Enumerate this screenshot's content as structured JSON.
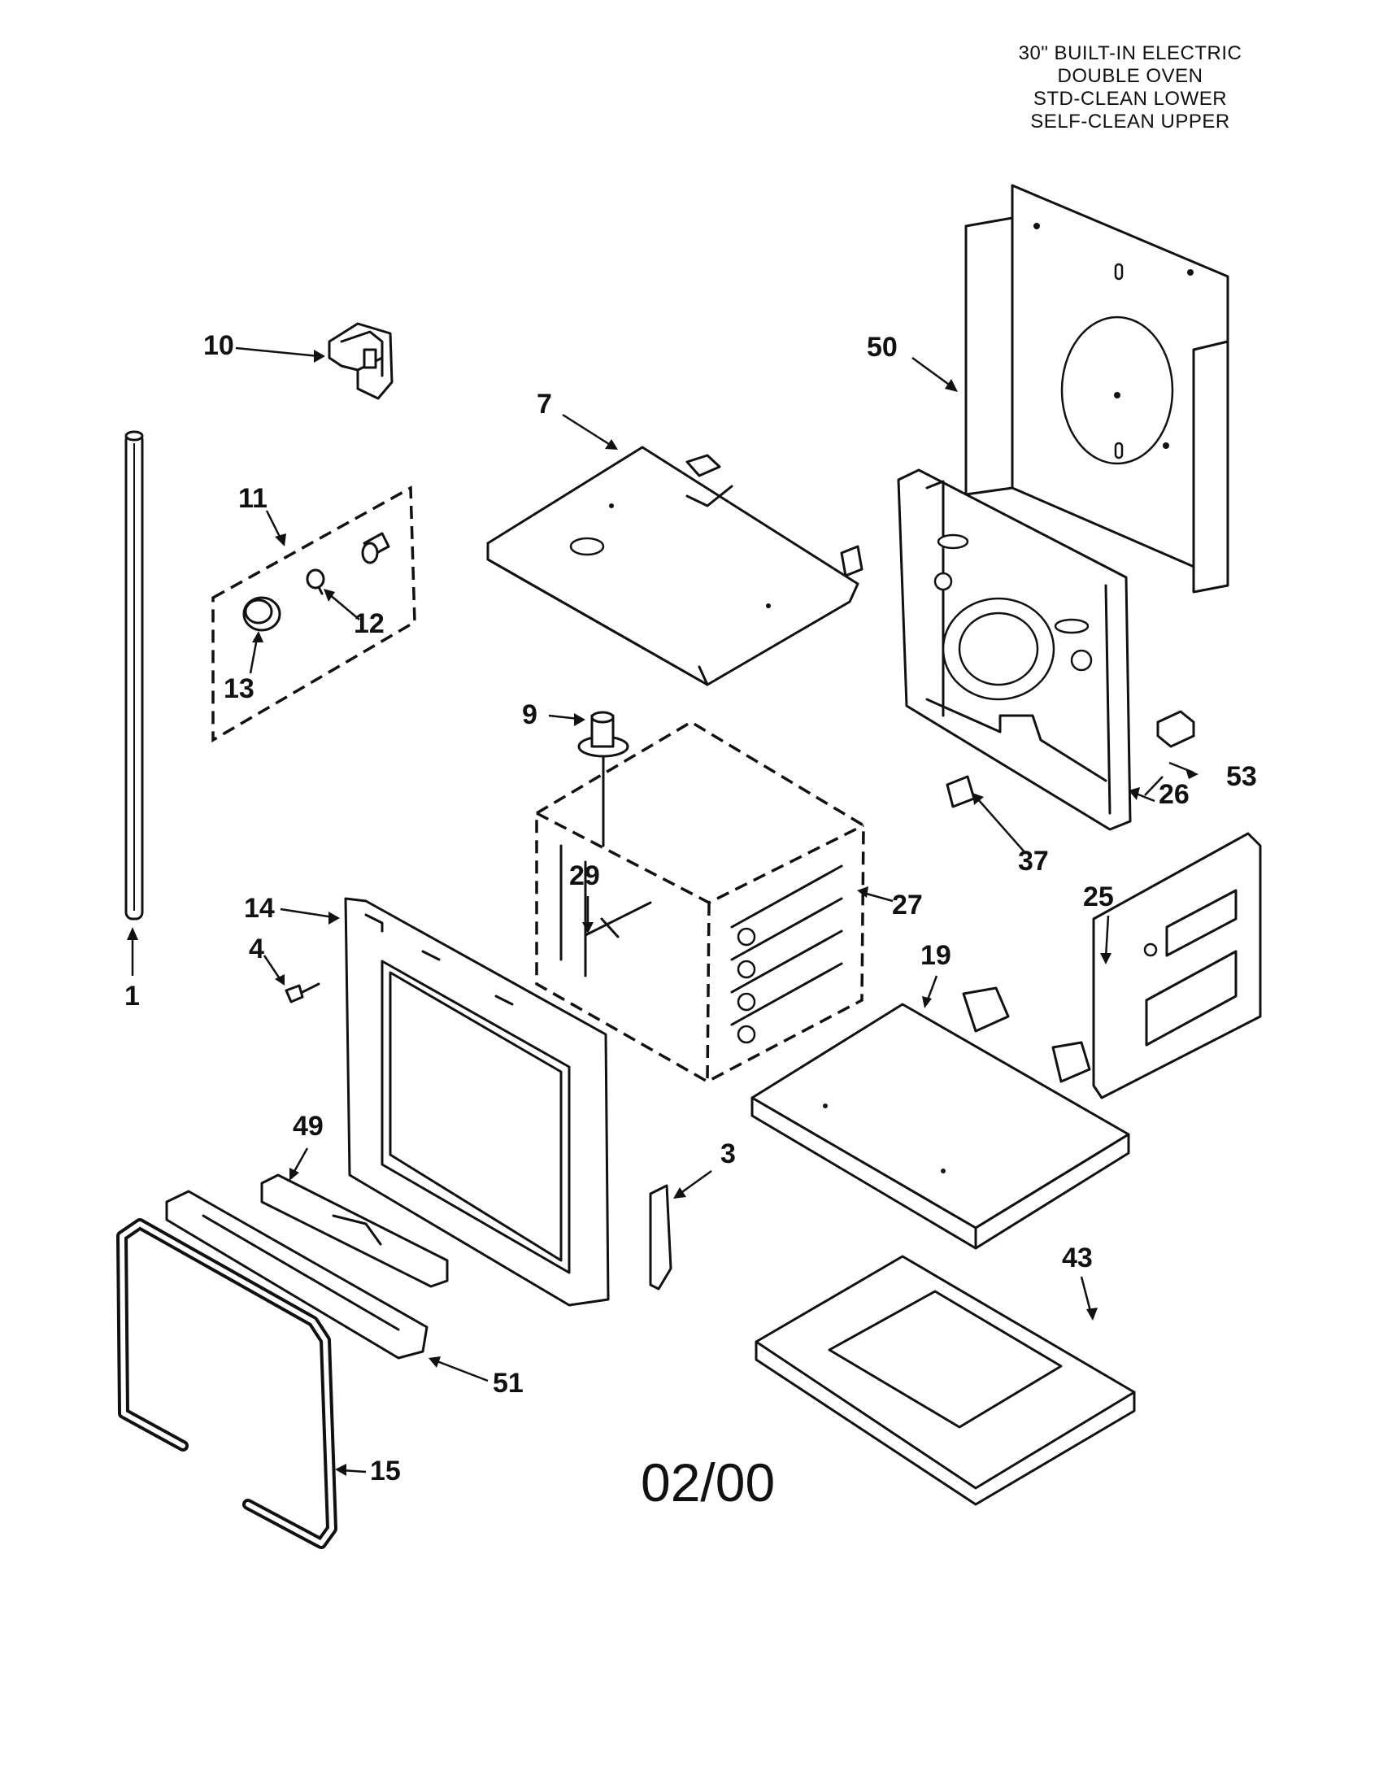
{
  "title_lines": [
    "30\" BUILT-IN ELECTRIC",
    "DOUBLE OVEN",
    "STD-CLEAN LOWER",
    "SELF-CLEAN UPPER"
  ],
  "date_code": "02/00",
  "part_labels": {
    "p1": "1",
    "p3": "3",
    "p4": "4",
    "p7": "7",
    "p9": "9",
    "p10": "10",
    "p11": "11",
    "p12": "12",
    "p13": "13",
    "p14": "14",
    "p15": "15",
    "p19": "19",
    "p25": "25",
    "p26": "26",
    "p27": "27",
    "p29": "29",
    "p37": "37",
    "p43": "43",
    "p49": "49",
    "p50": "50",
    "p51": "51",
    "p53": "53"
  }
}
